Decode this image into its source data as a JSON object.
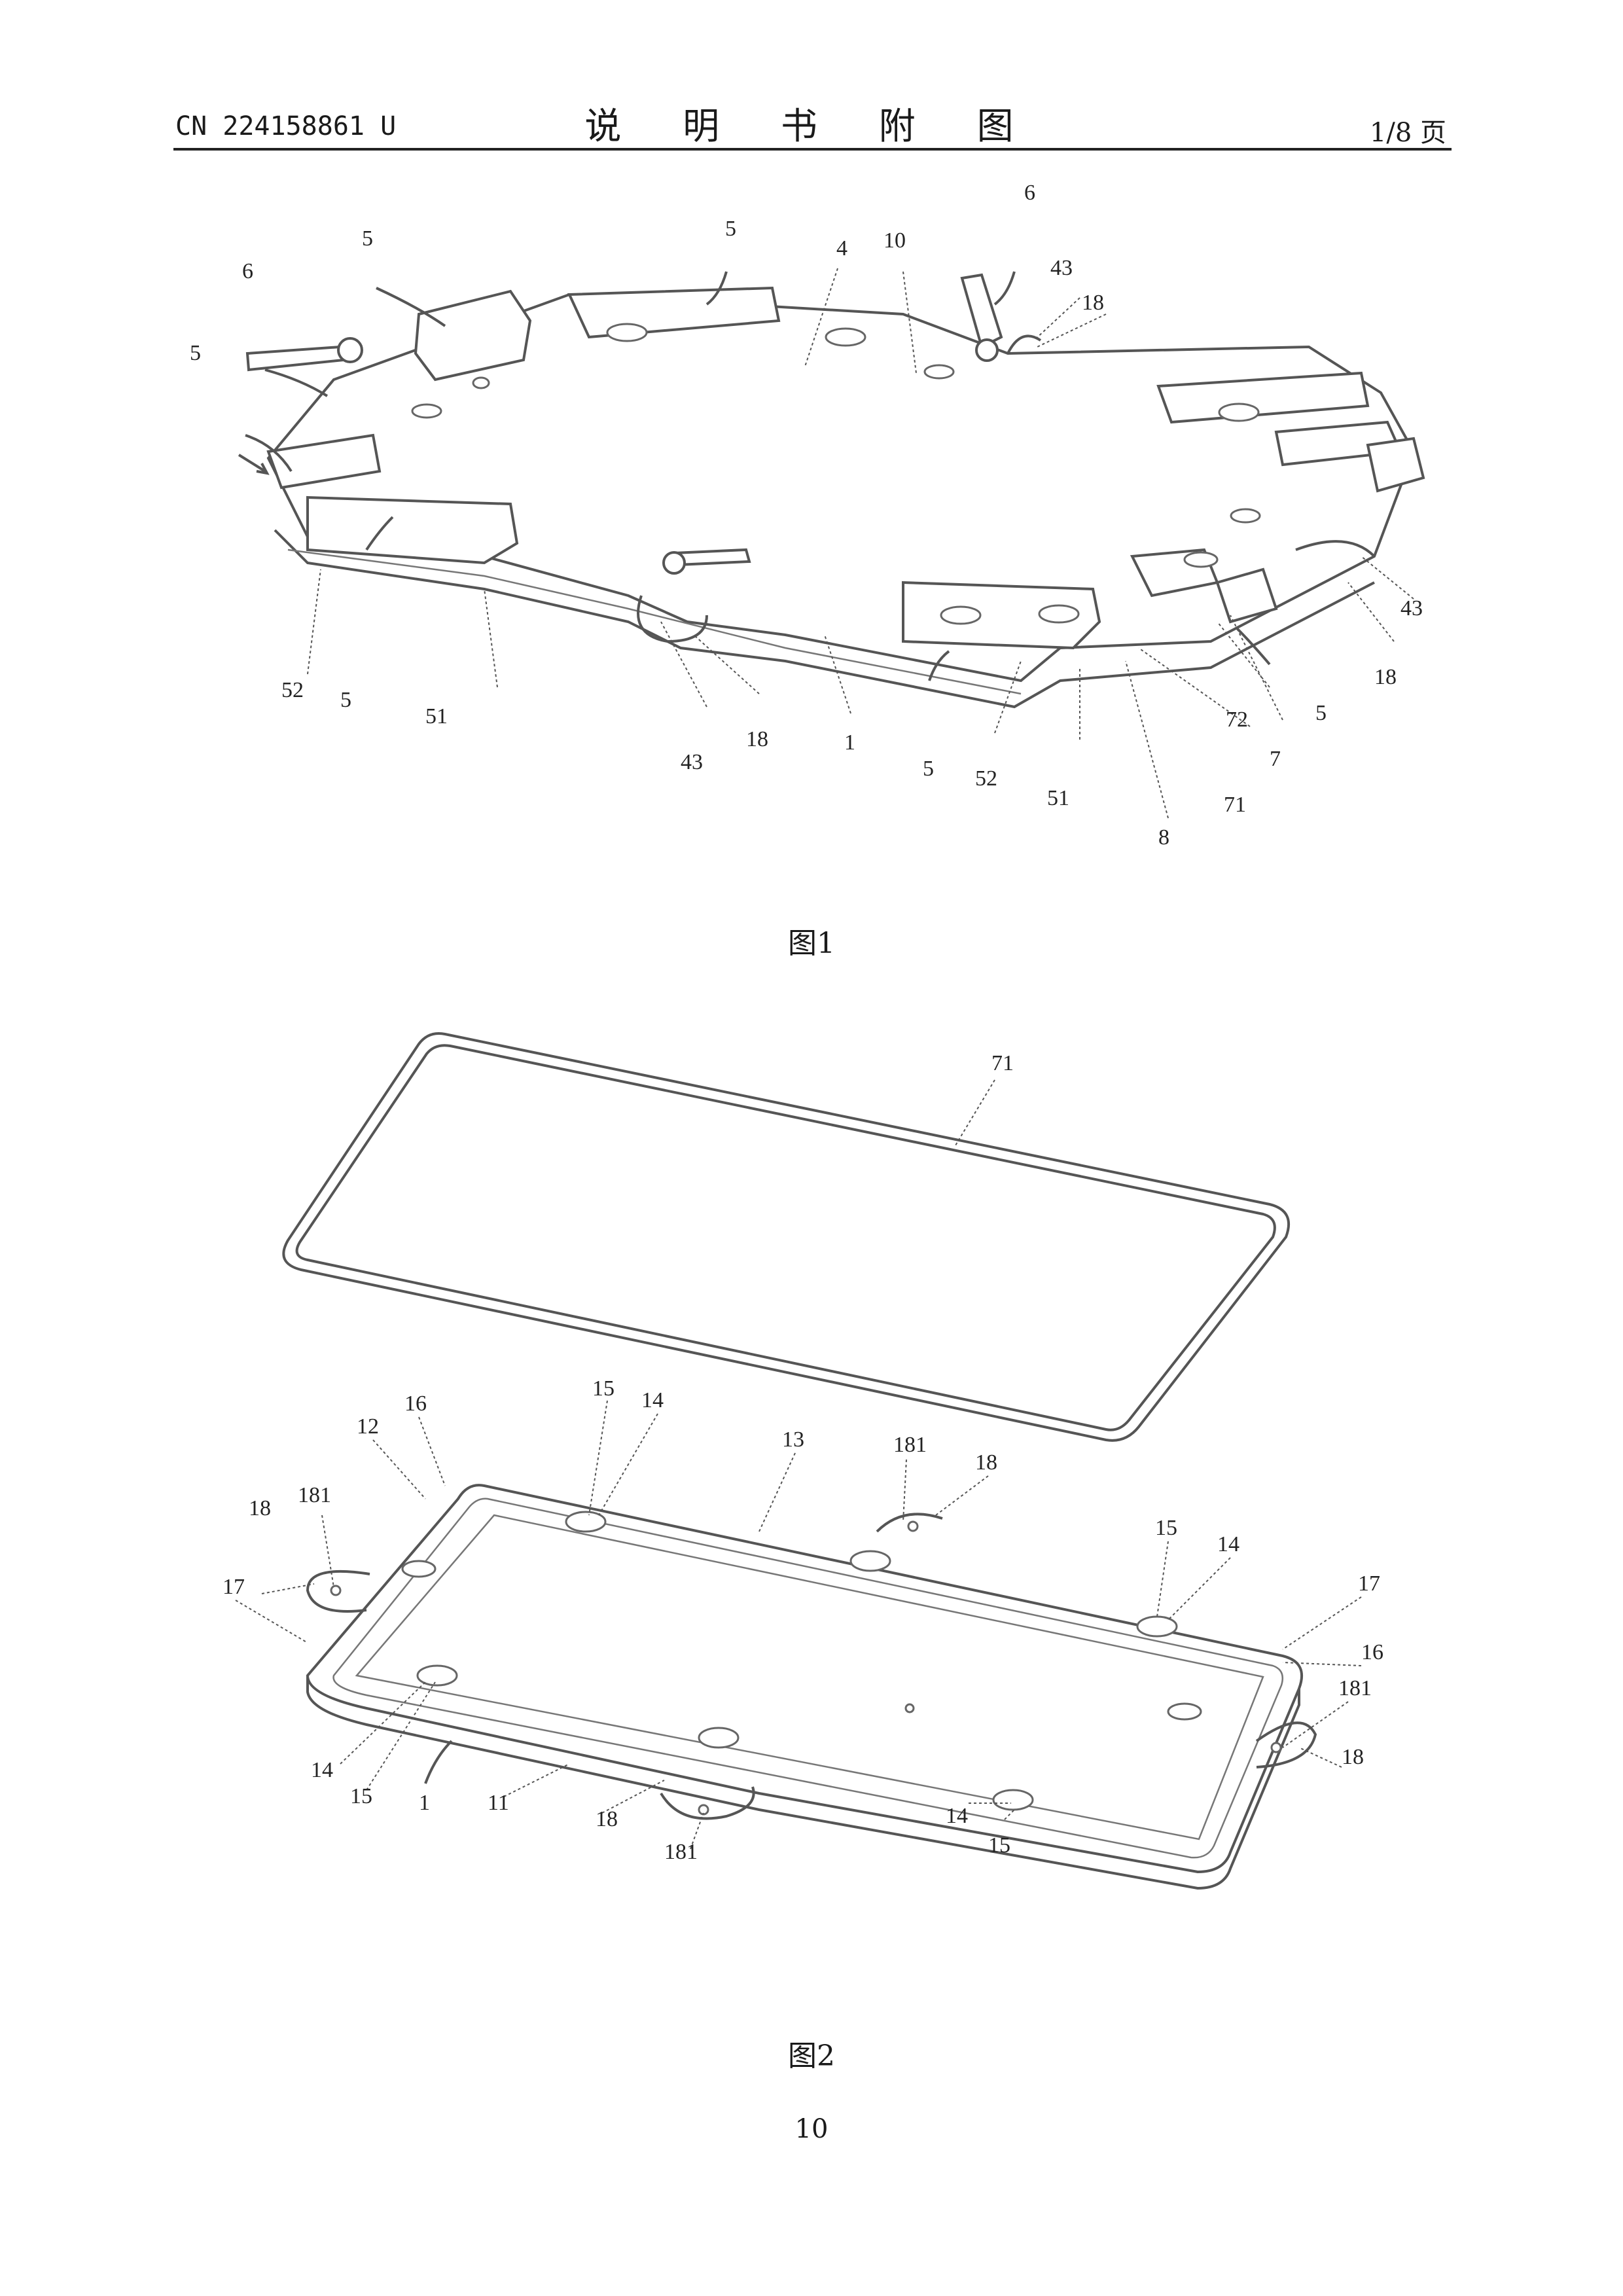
{
  "header": {
    "publication_number": "CN 224158861 U",
    "section_title": "说 明 书 附 图",
    "page_info": "1/8 页"
  },
  "figures": [
    {
      "caption": "图1",
      "labels": [
        "5",
        "6",
        "5",
        "4",
        "10",
        "6",
        "43",
        "18",
        "5",
        "6",
        "52",
        "5",
        "51",
        "43",
        "18",
        "1",
        "5",
        "52",
        "51",
        "8",
        "71",
        "7",
        "72",
        "5",
        "18",
        "43"
      ]
    },
    {
      "caption": "图2",
      "labels": [
        "71",
        "16",
        "12",
        "15",
        "14",
        "13",
        "181",
        "18",
        "181",
        "18",
        "15",
        "14",
        "17",
        "17",
        "16",
        "181",
        "18",
        "14",
        "15",
        "1",
        "11",
        "18",
        "181",
        "14",
        "15"
      ]
    }
  ],
  "page_number": "10"
}
